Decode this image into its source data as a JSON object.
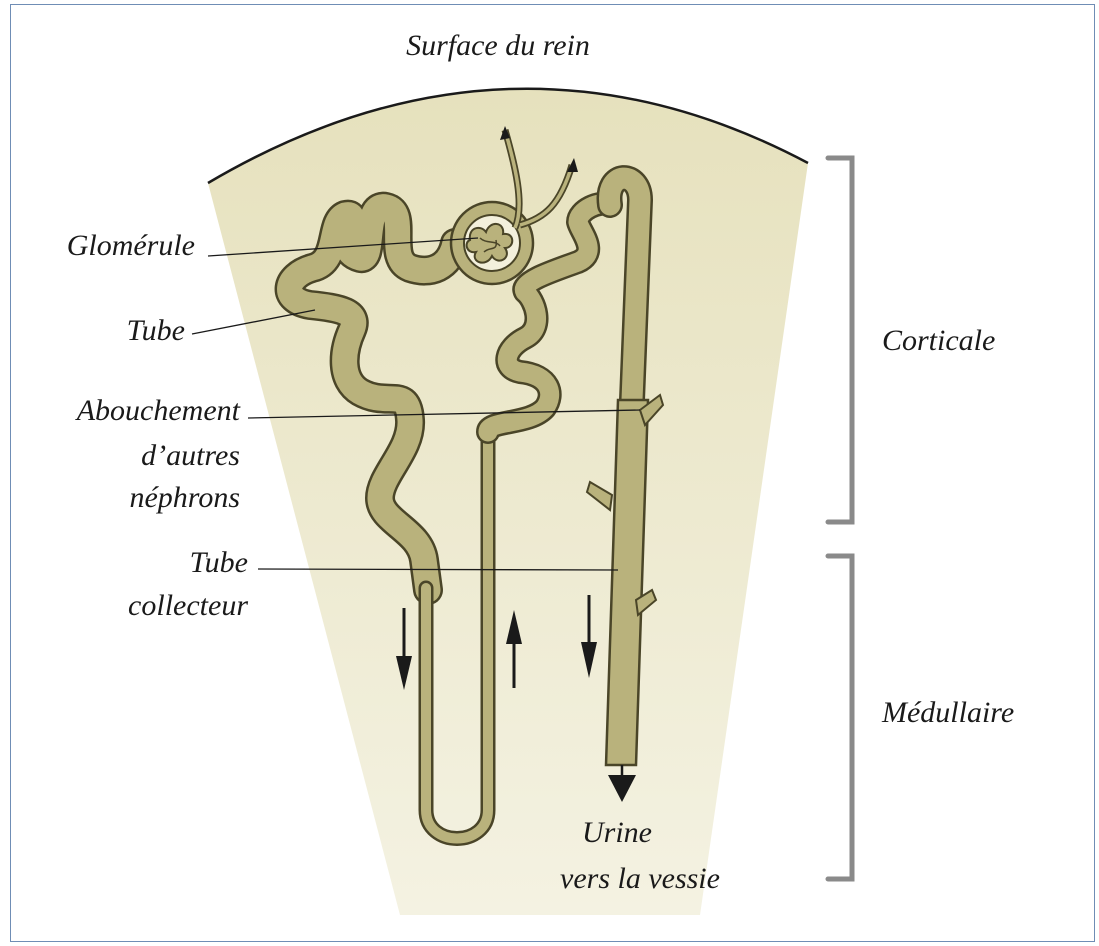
{
  "title": "Surface du rein",
  "labels": {
    "glomerule": "Glomérule",
    "tube": "Tube",
    "abouchement_1": "Abouchement",
    "abouchement_2": "d’autres",
    "abouchement_3": "néphrons",
    "tube_collecteur_1": "Tube",
    "tube_collecteur_2": "collecteur",
    "corticale": "Corticale",
    "medullaire": "Médullaire",
    "urine_1": "Urine",
    "urine_2": "vers la vessie"
  },
  "colors": {
    "tissue": "#ece8cc",
    "tubule_fill": "#b9b27c",
    "tubule_stroke": "#4a4528",
    "bracket": "#8a8a8a",
    "frame": "#6f8db5"
  }
}
